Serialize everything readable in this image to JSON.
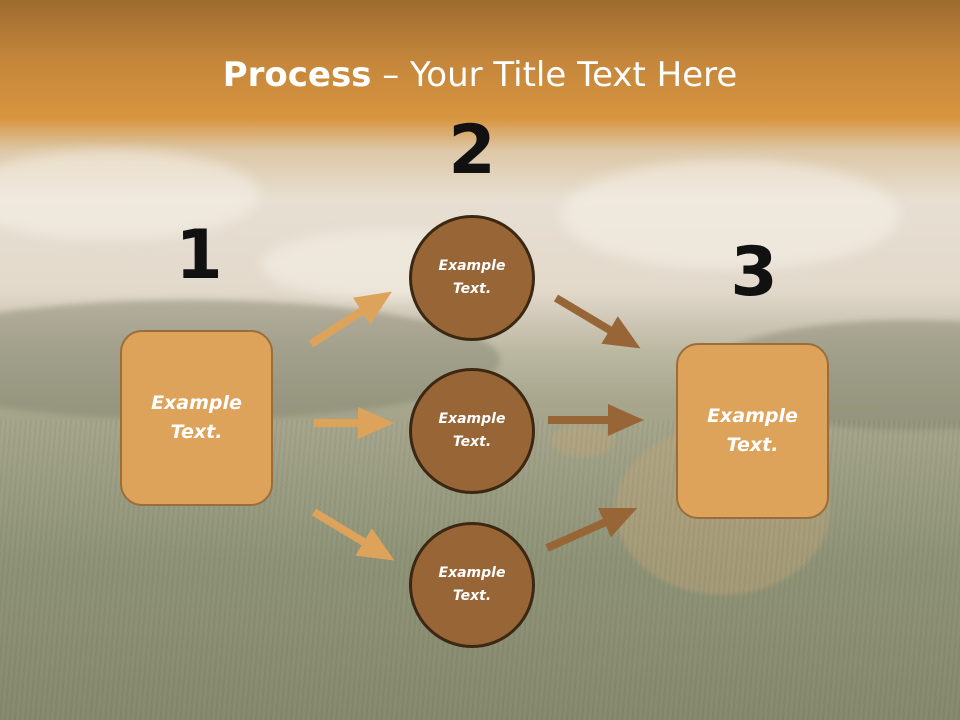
{
  "title": {
    "bold": "Process",
    "rest": " – Your Title Text Here"
  },
  "steps": [
    {
      "number": "1",
      "text": "Example Text."
    },
    {
      "number": "2",
      "items": [
        {
          "text": "Example Text."
        },
        {
          "text": "Example Text."
        },
        {
          "text": "Example Text."
        }
      ]
    },
    {
      "number": "3",
      "text": "Example Text."
    }
  ],
  "colors": {
    "box_fill": "#dda35b",
    "circle_fill": "#986536",
    "arrow_light": "#dda35b",
    "arrow_dark": "#986536"
  }
}
